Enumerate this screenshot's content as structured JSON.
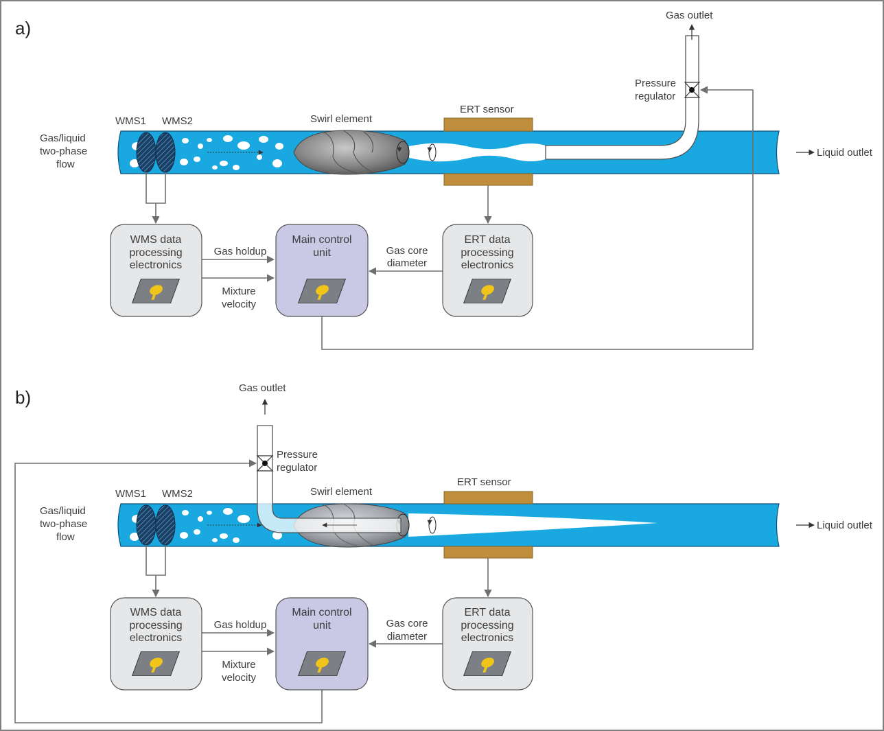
{
  "panels": [
    {
      "id": "a",
      "panel_label": "a)",
      "gas_outlet": "Gas outlet",
      "pressure_regulator": [
        "Pressure",
        "regulator"
      ],
      "ert_sensor": "ERT sensor",
      "swirl_element": "Swirl element",
      "wms1": "WMS1",
      "wms2": "WMS2",
      "inlet": [
        "Gas/liquid",
        "two-phase",
        "flow"
      ],
      "liquid_outlet": "Liquid outlet",
      "wms_box": [
        "WMS data",
        "processing",
        "electronics"
      ],
      "main_box": [
        "Main control",
        "unit"
      ],
      "ert_box": [
        "ERT data",
        "processing",
        "electronics"
      ],
      "gas_holdup": "Gas holdup",
      "mixture_velocity": [
        "Mixture",
        "velocity"
      ],
      "gas_core": [
        "Gas core",
        "diameter"
      ]
    },
    {
      "id": "b",
      "panel_label": "b)",
      "gas_outlet": "Gas outlet",
      "pressure_regulator": [
        "Pressure",
        "regulator"
      ],
      "ert_sensor": "ERT sensor",
      "swirl_element": "Swirl element",
      "wms1": "WMS1",
      "wms2": "WMS2",
      "inlet": [
        "Gas/liquid",
        "two-phase",
        "flow"
      ],
      "liquid_outlet": "Liquid outlet",
      "wms_box": [
        "WMS data",
        "processing",
        "electronics"
      ],
      "main_box": [
        "Main control",
        "unit"
      ],
      "ert_box": [
        "ERT data",
        "processing",
        "electronics"
      ],
      "gas_holdup": "Gas holdup",
      "mixture_velocity": [
        "Mixture",
        "velocity"
      ],
      "gas_core": [
        "Gas core",
        "diameter"
      ]
    }
  ],
  "colors": {
    "pipe": "#1aa8e0",
    "pipe_edge": "#0d4f7a",
    "sensor": "#bf8e3c",
    "box_fill": "#e6e7e8",
    "main_fill": "#c9c9e6",
    "line": "#6f6f6f",
    "swirl": "#8c8c8c",
    "chip": "#7c7f83",
    "chip_mark": "#f0c419"
  }
}
